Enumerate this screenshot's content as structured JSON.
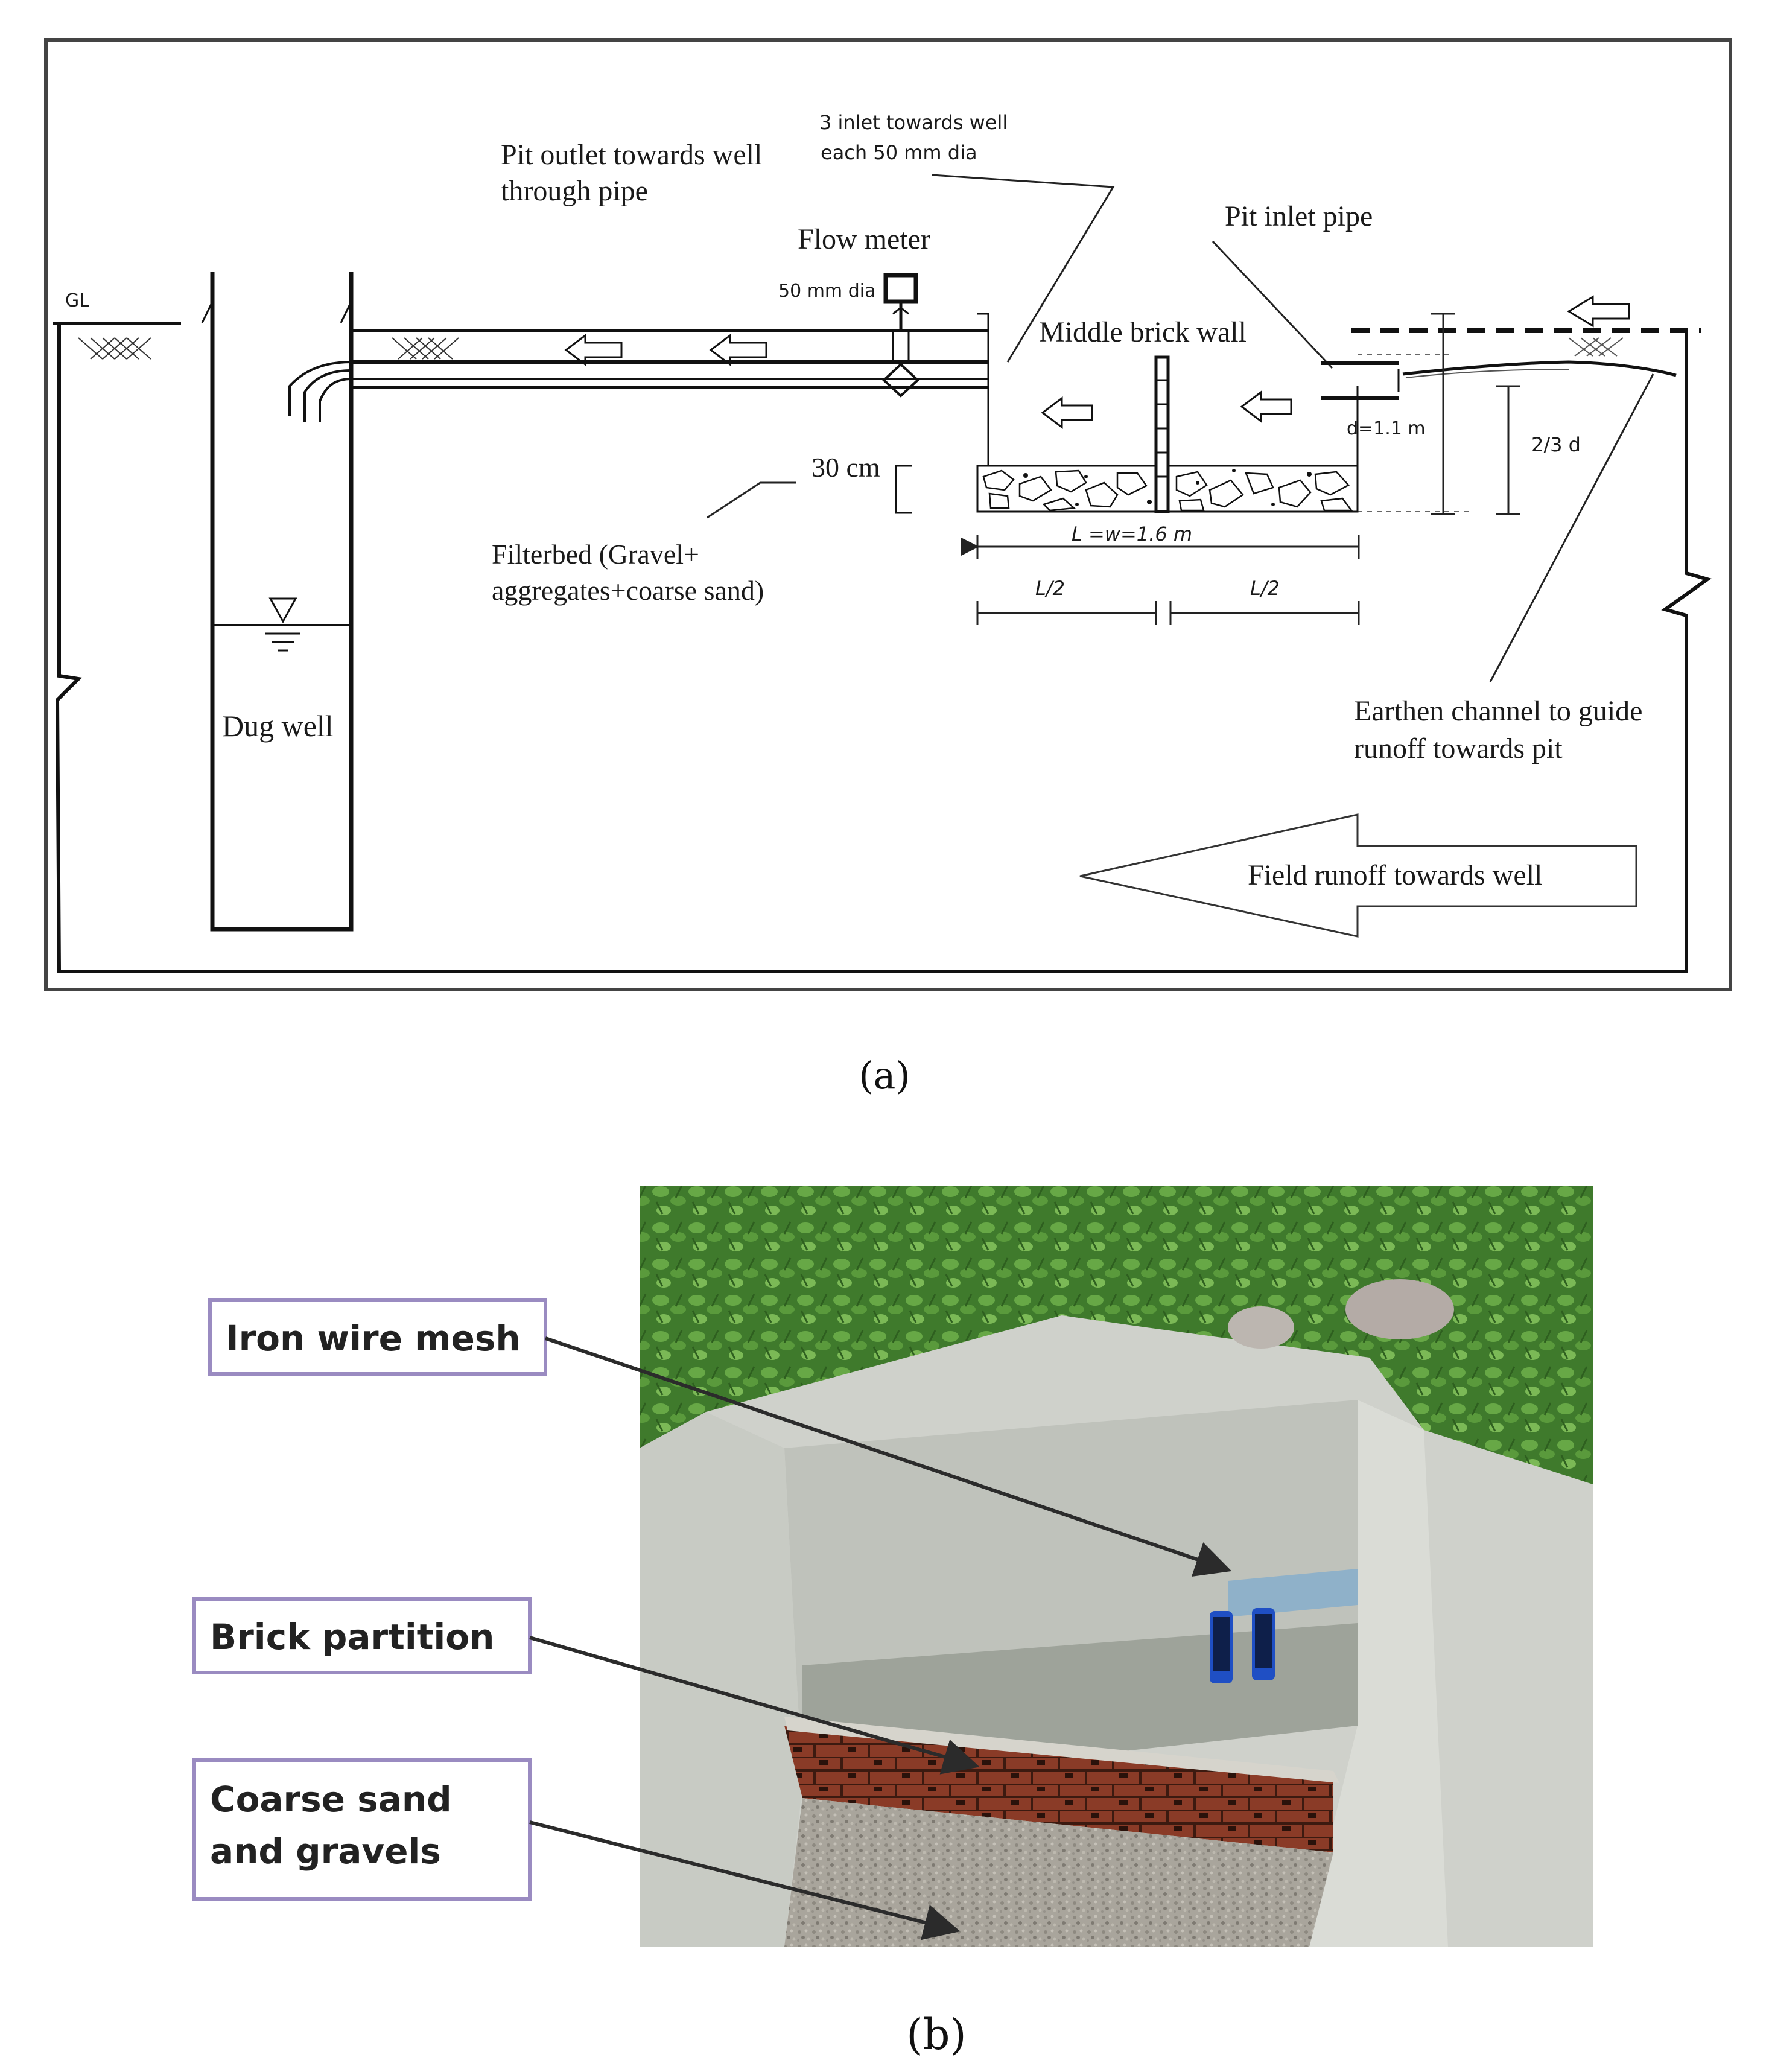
{
  "figure_a": {
    "caption": "(a)",
    "labels": {
      "gl": "GL",
      "pit_outlet_line1": "Pit outlet towards well",
      "pit_outlet_line2": "through pipe",
      "inlets_line1": "3 inlet towards well",
      "inlets_line2": "each  50 mm dia",
      "flow_meter": "Flow meter",
      "flow_meter_dia": "50 mm dia",
      "pit_inlet_pipe": "Pit inlet pipe",
      "middle_brick_wall": "Middle brick wall",
      "depth": "d=1.1 m",
      "two_thirds_d": "2/3 d",
      "thirty_cm": "30 cm",
      "filterbed_line1": "Filterbed (Gravel+",
      "filterbed_line2": "aggregates+coarse sand)",
      "length_width": "L =w=1.6 m",
      "half_left": "L/2",
      "half_right": "L/2",
      "dug_well": "Dug well",
      "earthen_line1": "Earthen channel to guide",
      "earthen_line2": "runoff towards pit",
      "field_runoff": "Field runoff towards well"
    }
  },
  "figure_b": {
    "caption": "(b)",
    "callouts": {
      "iron_wire_mesh": "Iron wire mesh",
      "brick_partition": "Brick partition",
      "coarse_sand_line1": "Coarse sand",
      "coarse_sand_line2": "and gravels"
    },
    "colors": {
      "vegetation": "#4f8a36",
      "concrete": "#c9cbc6",
      "brick": "#8b3c28",
      "gravel": "#a7a49c",
      "pipe_blue": "#1f4fc4"
    }
  }
}
